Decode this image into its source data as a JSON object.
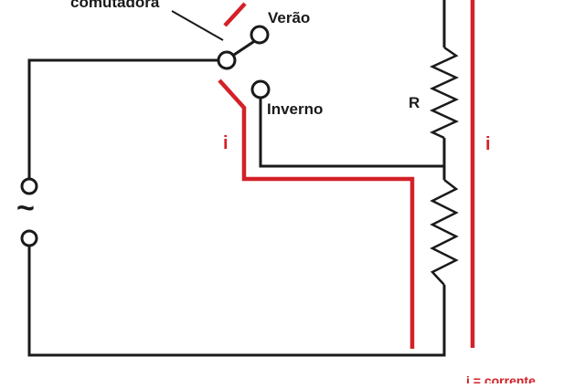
{
  "labels": {
    "switch": "comutadora",
    "summer": "Verão",
    "winter": "Inverno",
    "resistor": "R",
    "current_left": "i",
    "current_right": "i",
    "ac_source": "~",
    "legend": "i = corrente"
  },
  "colors": {
    "wire": "#1a1a1a",
    "current": "#d42027",
    "background": "#ffffff"
  },
  "icons": {
    "source": "ac-source-icon",
    "resistor": "resistor-icon",
    "switch": "switch-icon"
  }
}
